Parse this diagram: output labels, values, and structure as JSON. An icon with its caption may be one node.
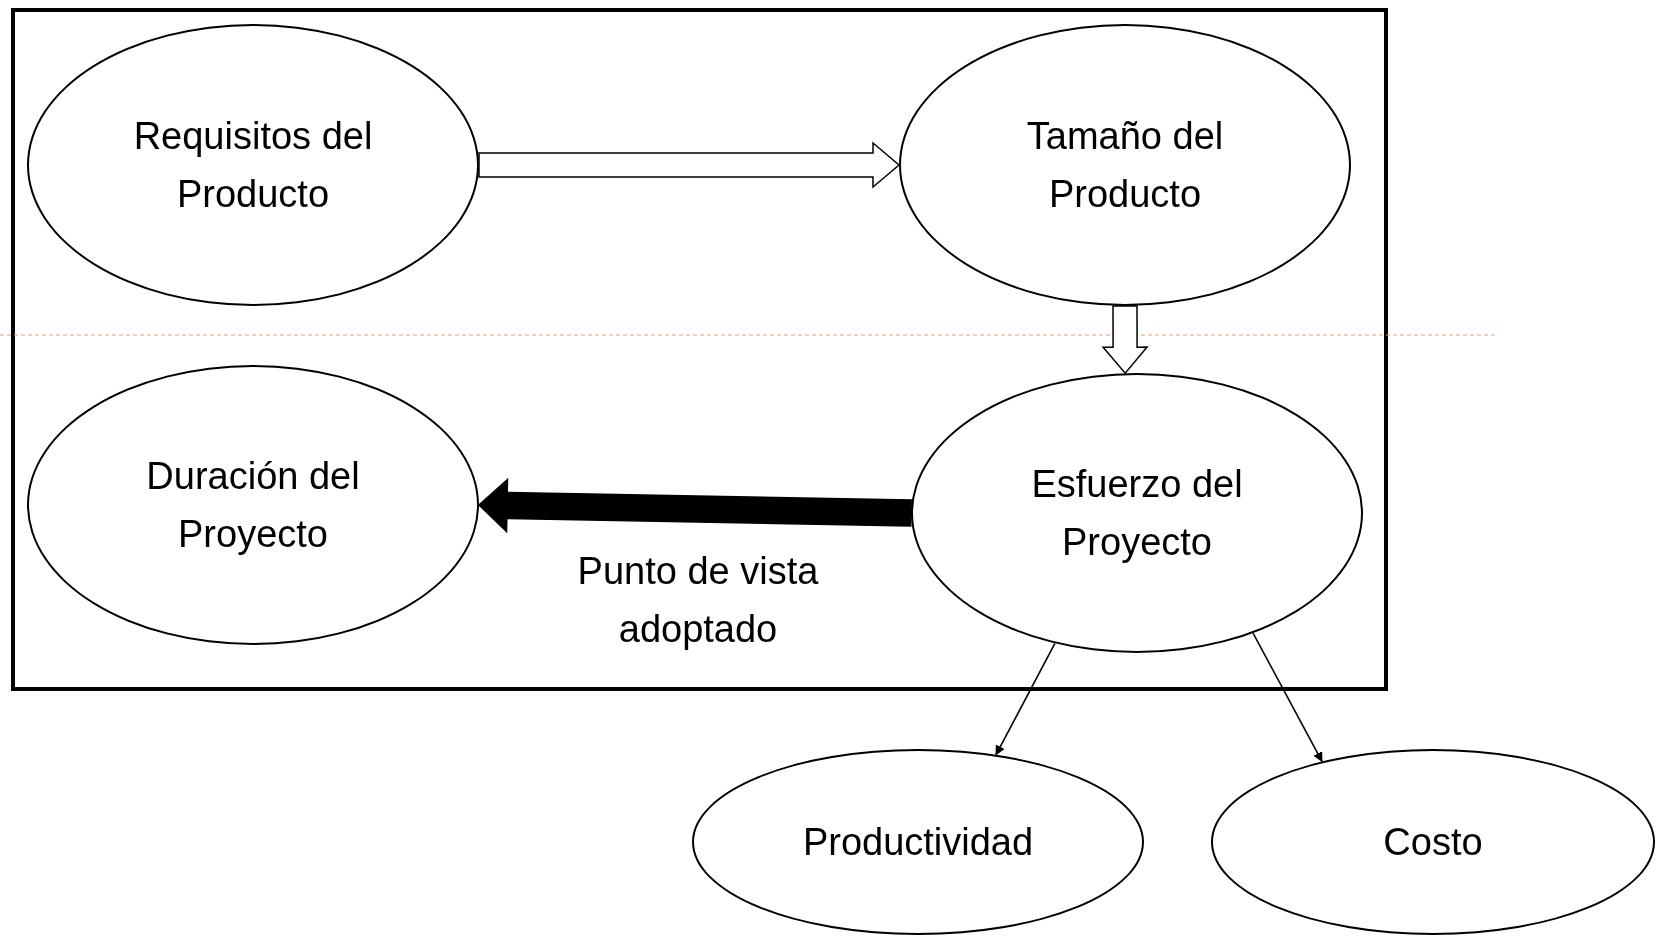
{
  "diagram": {
    "nodes": [
      {
        "text": [
          "Requisitos del Producto"
        ]
      },
      {
        "text": [
          "Tamaño del Producto"
        ]
      },
      {
        "text": [
          "Duración del Proyecto"
        ]
      },
      {
        "text": [
          "Esfuerzo del Proyecto"
        ]
      },
      {
        "text": [
          "Productividad"
        ]
      },
      {
        "text": [
          "Costo"
        ]
      }
    ],
    "edges": [
      {
        "from": 0,
        "to": 1,
        "arrow": "to",
        "style": "thick"
      },
      {
        "from": 1,
        "to": 3,
        "arrow": "to",
        "style": "thick"
      },
      {
        "from": 3,
        "to": 2,
        "arrow": "to",
        "style": "thick",
        "color": "#000000",
        "label": "Punto de vista adoptado"
      },
      {
        "from": 3,
        "to": 4,
        "arrow": "to"
      },
      {
        "from": 3,
        "to": 5,
        "arrow": "to"
      }
    ]
  }
}
